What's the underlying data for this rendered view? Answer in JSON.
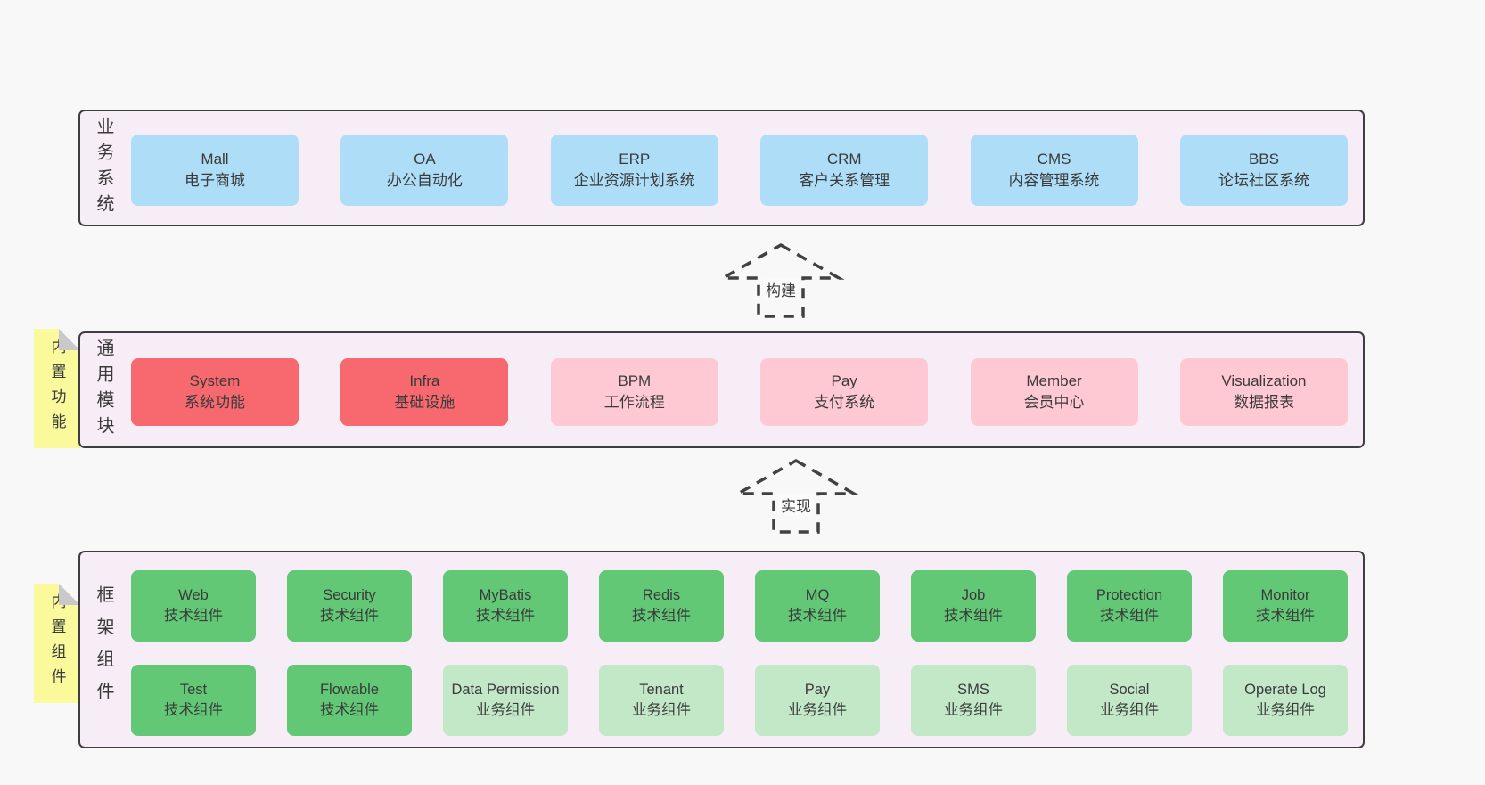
{
  "colors": {
    "canvas_bg": "#f8f8f8",
    "layer_bg": "#f7edf6",
    "layer_border": "#3e3e3e",
    "blue_box": "#aeddf7",
    "red_box": "#f7696f",
    "pink_box": "#fec9d3",
    "green_box": "#63c876",
    "light_green_box": "#c2e8c8",
    "sticky_yellow": "#fafa9d",
    "sticky_fold_gray": "#c9c9c9",
    "text": "#3a3a3a"
  },
  "arrows": [
    {
      "id": "build",
      "label": "构建"
    },
    {
      "id": "implement",
      "label": "实现"
    }
  ],
  "layers": [
    {
      "id": "business-systems",
      "label": "业务系统",
      "boxes": [
        {
          "name": "Mall",
          "desc": "电子商城",
          "type": "blue"
        },
        {
          "name": "OA",
          "desc": "办公自动化",
          "type": "blue"
        },
        {
          "name": "ERP",
          "desc": "企业资源计划系统",
          "type": "blue"
        },
        {
          "name": "CRM",
          "desc": "客户关系管理",
          "type": "blue"
        },
        {
          "name": "CMS",
          "desc": "内容管理系统",
          "type": "blue"
        },
        {
          "name": "BBS",
          "desc": "论坛社区系统",
          "type": "blue"
        }
      ]
    },
    {
      "id": "common-modules",
      "label": "通用模块",
      "sticky": "内置功能",
      "boxes": [
        {
          "name": "System",
          "desc": "系统功能",
          "type": "red"
        },
        {
          "name": "Infra",
          "desc": "基础设施",
          "type": "red"
        },
        {
          "name": "BPM",
          "desc": "工作流程",
          "type": "pink"
        },
        {
          "name": "Pay",
          "desc": "支付系统",
          "type": "pink"
        },
        {
          "name": "Member",
          "desc": "会员中心",
          "type": "pink"
        },
        {
          "name": "Visualization",
          "desc": "数据报表",
          "type": "pink"
        }
      ]
    },
    {
      "id": "framework-components",
      "label": "框架组件",
      "sticky": "内置组件",
      "rows": [
        [
          {
            "name": "Web",
            "desc": "技术组件",
            "type": "green"
          },
          {
            "name": "Security",
            "desc": "技术组件",
            "type": "green"
          },
          {
            "name": "MyBatis",
            "desc": "技术组件",
            "type": "green"
          },
          {
            "name": "Redis",
            "desc": "技术组件",
            "type": "green"
          },
          {
            "name": "MQ",
            "desc": "技术组件",
            "type": "green"
          },
          {
            "name": "Job",
            "desc": "技术组件",
            "type": "green"
          },
          {
            "name": "Protection",
            "desc": "技术组件",
            "type": "green"
          },
          {
            "name": "Monitor",
            "desc": "技术组件",
            "type": "green"
          }
        ],
        [
          {
            "name": "Test",
            "desc": "技术组件",
            "type": "green"
          },
          {
            "name": "Flowable",
            "desc": "技术组件",
            "type": "green"
          },
          {
            "name": "Data Permission",
            "desc": "业务组件",
            "type": "lightgreen"
          },
          {
            "name": "Tenant",
            "desc": "业务组件",
            "type": "lightgreen"
          },
          {
            "name": "Pay",
            "desc": "业务组件",
            "type": "lightgreen"
          },
          {
            "name": "SMS",
            "desc": "业务组件",
            "type": "lightgreen"
          },
          {
            "name": "Social",
            "desc": "业务组件",
            "type": "lightgreen"
          },
          {
            "name": "Operate Log",
            "desc": "业务组件",
            "type": "lightgreen"
          }
        ]
      ]
    }
  ]
}
